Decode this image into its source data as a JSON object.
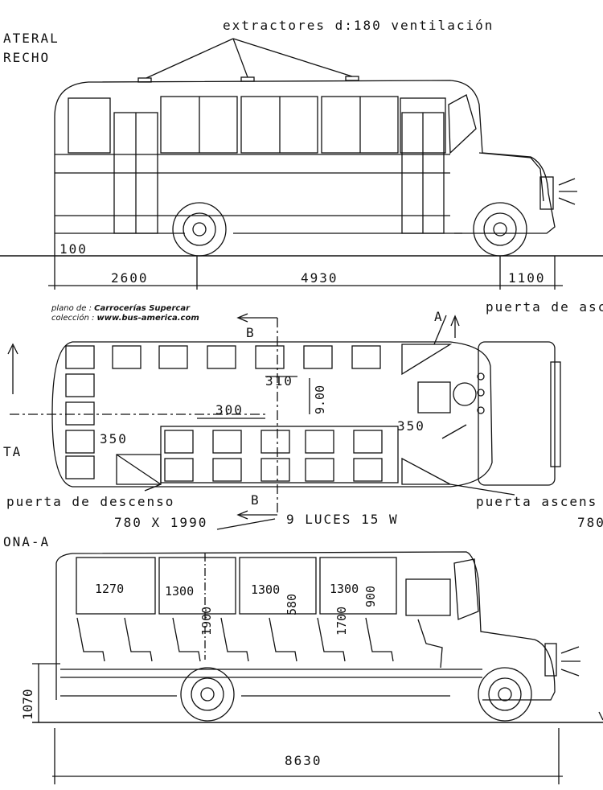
{
  "side_view": {
    "title_line1": "ATERAL",
    "title_line2": "RECHO",
    "extractors_note": "extractores d:180 ventilación",
    "dim_overhang": "100",
    "dim_front_to_axle": "2600",
    "dim_wheelbase": "4930",
    "dim_rear_overhang": "1100"
  },
  "credits": {
    "plan_prefix": "plano de : ",
    "plan_name": "Carrocerías Supercar",
    "collection_prefix": "colección : ",
    "collection_url": "www.bus-america.com"
  },
  "plan_view": {
    "label_ta": "TA",
    "entry_door_top": "puerta de asc",
    "section_mark_a": "A",
    "section_mark_b_top": "B",
    "section_mark_b_bottom": "B",
    "dim_310": "310",
    "dim_300": "300",
    "dim_900": "9.00",
    "dim_350_left": "350",
    "dim_350_right": "350",
    "exit_door": "puerta de descenso",
    "exit_door_size": "780 X 1990",
    "entry_door_bottom": "puerta  ascens",
    "entry_door_size": "780",
    "lights_note": "9 LUCES 15 W"
  },
  "section_view": {
    "title": "ONA-A",
    "window_1": "1270",
    "window_2": "1300",
    "window_3": "1300",
    "window_4": "1300",
    "height_1900": "1900",
    "height_580": "580",
    "height_1700": "1700",
    "height_900": "900",
    "dim_floor_height": "1070",
    "dim_total_length": "8630"
  }
}
